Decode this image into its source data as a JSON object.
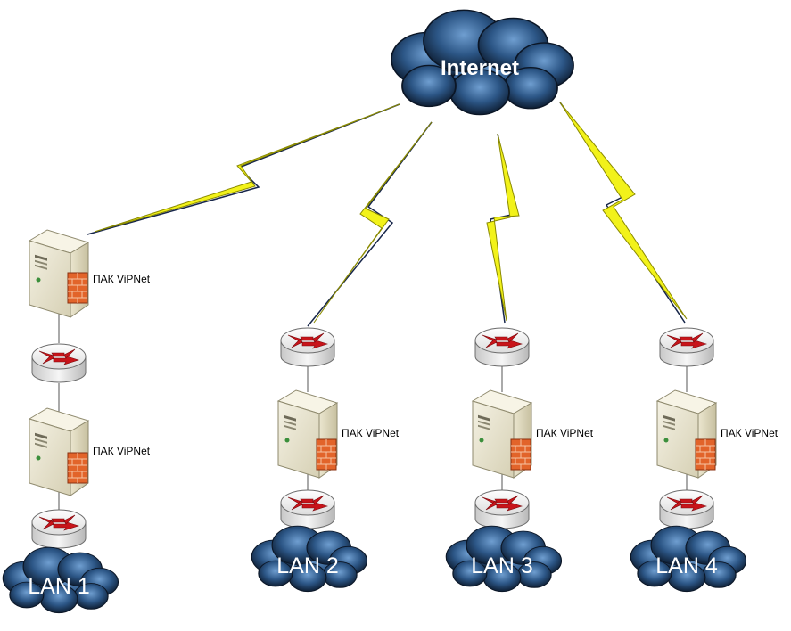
{
  "internet": {
    "label": "Internet"
  },
  "firewall_label": "ПАК ViPNet",
  "lans": [
    {
      "label": "LAN 1"
    },
    {
      "label": "LAN 2"
    },
    {
      "label": "LAN 3"
    },
    {
      "label": "LAN 4"
    }
  ],
  "colors": {
    "cloud_dark": "#0e1e33",
    "cloud_light": "#6f9ed0",
    "lightning": "#f2f21a",
    "router_arrows": "#c8141a",
    "brick": "#e2642a"
  },
  "icons": [
    "cloud-icon",
    "lightning-link-icon",
    "router-icon",
    "server-icon",
    "firewall-brick-icon"
  ]
}
